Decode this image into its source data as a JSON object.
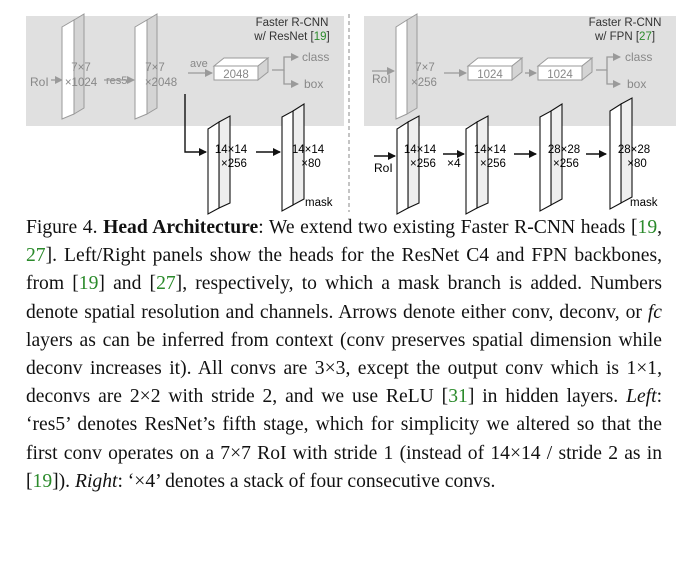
{
  "figure": {
    "left_title": [
      "Faster R-CNN",
      "w/ ResNet [",
      "19",
      "]"
    ],
    "right_title": [
      "Faster R-CNN",
      "w/ FPN [",
      "27",
      "]"
    ],
    "left_panel": {
      "roi": "RoI",
      "res5": "res5",
      "ave": "ave",
      "block1": [
        "7×7",
        "×1024"
      ],
      "block2": [
        "7×7",
        "×2048"
      ],
      "fc": "2048",
      "class": "class",
      "box": "box",
      "mask1": [
        "14×14",
        "×256"
      ],
      "mask2": [
        "14×14",
        "×80"
      ],
      "mask_label": "mask"
    },
    "right_panel": {
      "roi_top": "RoI",
      "block_top": [
        "7×7",
        "×256"
      ],
      "fc1": "1024",
      "fc2": "1024",
      "class": "class",
      "box": "box",
      "roi_bottom": "RoI",
      "x4": "×4",
      "m1": [
        "14×14",
        "×256"
      ],
      "m2": [
        "14×14",
        "×256"
      ],
      "m3": [
        "28×28",
        "×256"
      ],
      "m4": [
        "28×28",
        "×80"
      ],
      "mask_label": "mask"
    }
  },
  "caption": {
    "fig_label": "Figure 4.",
    "bold_title": "Head Architecture",
    "t1": ": We extend two existing Faster R-CNN heads [",
    "r19": "19",
    "t2": ", ",
    "r27": "27",
    "t3": "]. Left/Right panels show the heads for the ResNet C4 and FPN backbones, from [",
    "t4": "] and [",
    "t5": "], respectively, to which a mask branch is added. Numbers denote spatial resolution and channels. Arrows denote either conv, deconv, or ",
    "fc": "fc",
    "t6": " layers as can be inferred from context (conv preserves spatial dimension while deconv increases it). All convs are ",
    "d3": "3×3",
    "t7": ", except the output conv which is ",
    "d1": "1×1",
    "t8": ", deconvs are ",
    "d2": "2×2",
    "t9": " with stride 2, and we use ReLU [",
    "r31": "31",
    "t10": "] in hidden layers. ",
    "left_word": "Left",
    "t11": ": ‘res5’ denotes ResNet’s fifth stage, which for simplicity we altered so that the first conv operates on a ",
    "d7": "7×7",
    "t12": " RoI with stride 1 (instead of ",
    "d14": "14×14",
    "t13": " / stride 2 as in [",
    "t14": "]). ",
    "right_word": "Right",
    "t15": ": ‘×4’ denotes a stack of four consecutive convs."
  },
  "colors": {
    "panel_bg": "#e0e0e0",
    "ref_green": "#2b8a2b",
    "faded": "#9a9a9a"
  }
}
